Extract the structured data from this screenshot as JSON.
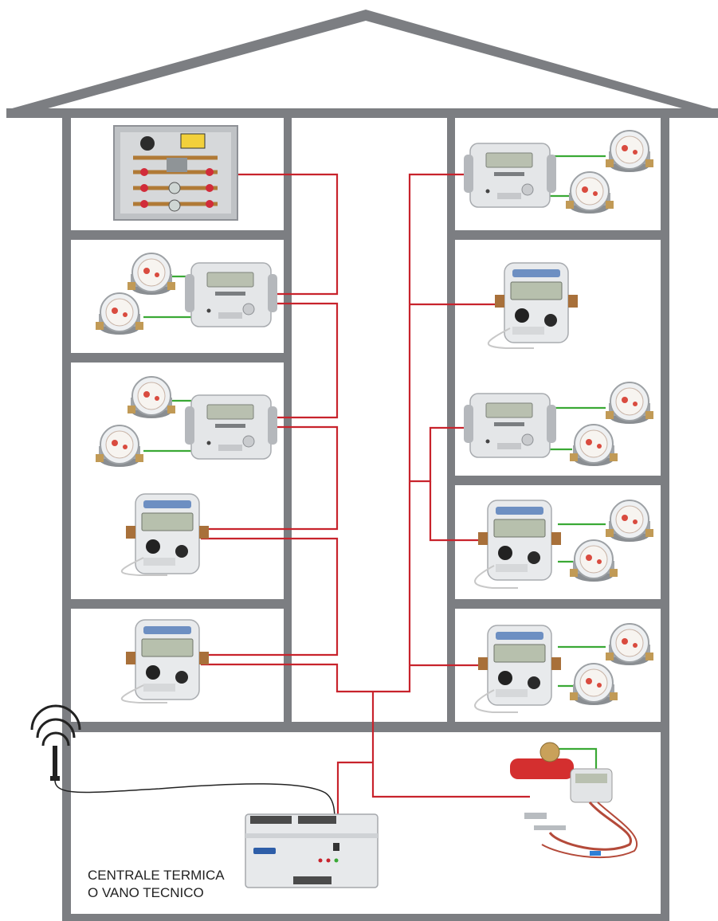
{
  "room_label": {
    "line1": "CENTRALE TERMICA",
    "line2": "O VANO TECNICO"
  },
  "colors": {
    "structure": "#7c7e82",
    "bus_wire": "#c8232c",
    "pulse_wire": "#3aa935",
    "antenna_cable": "#222222"
  },
  "icons": [
    "wifi-antenna-icon",
    "heat-meter",
    "water-meter",
    "distribution-cabinet",
    "data-concentrator"
  ]
}
